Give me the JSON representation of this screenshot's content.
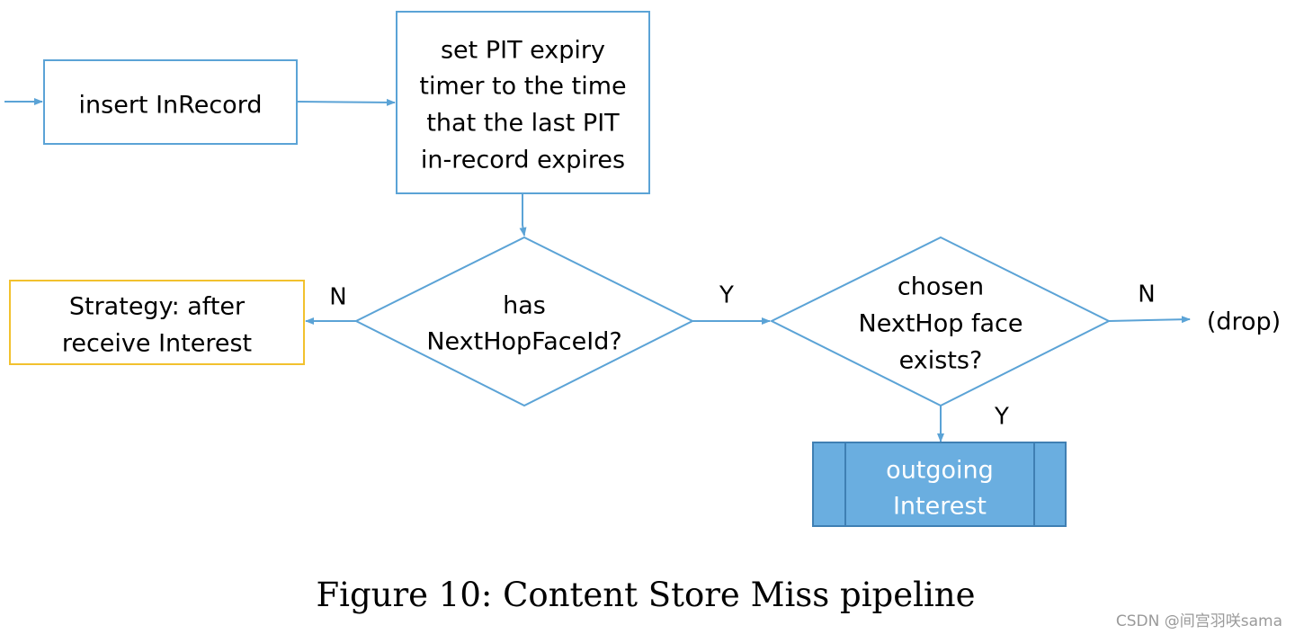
{
  "colors": {
    "line": "#5ba3d6",
    "box_border": "#5ba3d6",
    "strategy_border": "#f2c12e",
    "process_fill": "#6aaee0",
    "process_border": "#3f7fb3",
    "caption_text": "#000000",
    "watermark_text": "#9a9a9a"
  },
  "nodes": {
    "insert_inrecord": "insert InRecord",
    "set_pit_expiry": [
      "set PIT expiry",
      "timer to the time",
      "that the last PIT",
      "in-record expires"
    ],
    "has_nexthopfaceid": [
      "has",
      "NextHopFaceId?"
    ],
    "chosen_nexthop_face": [
      "chosen",
      "NextHop face",
      "exists?"
    ],
    "strategy": [
      "Strategy: after",
      "receive Interest"
    ],
    "drop": "(drop)",
    "outgoing_interest": [
      "outgoing",
      "Interest"
    ]
  },
  "edge_labels": {
    "has_no": "N",
    "has_yes": "Y",
    "chosen_no": "N",
    "chosen_yes": "Y"
  },
  "caption": "Figure 10: Content Store Miss pipeline",
  "watermark": "CSDN @间宫羽咲sama"
}
